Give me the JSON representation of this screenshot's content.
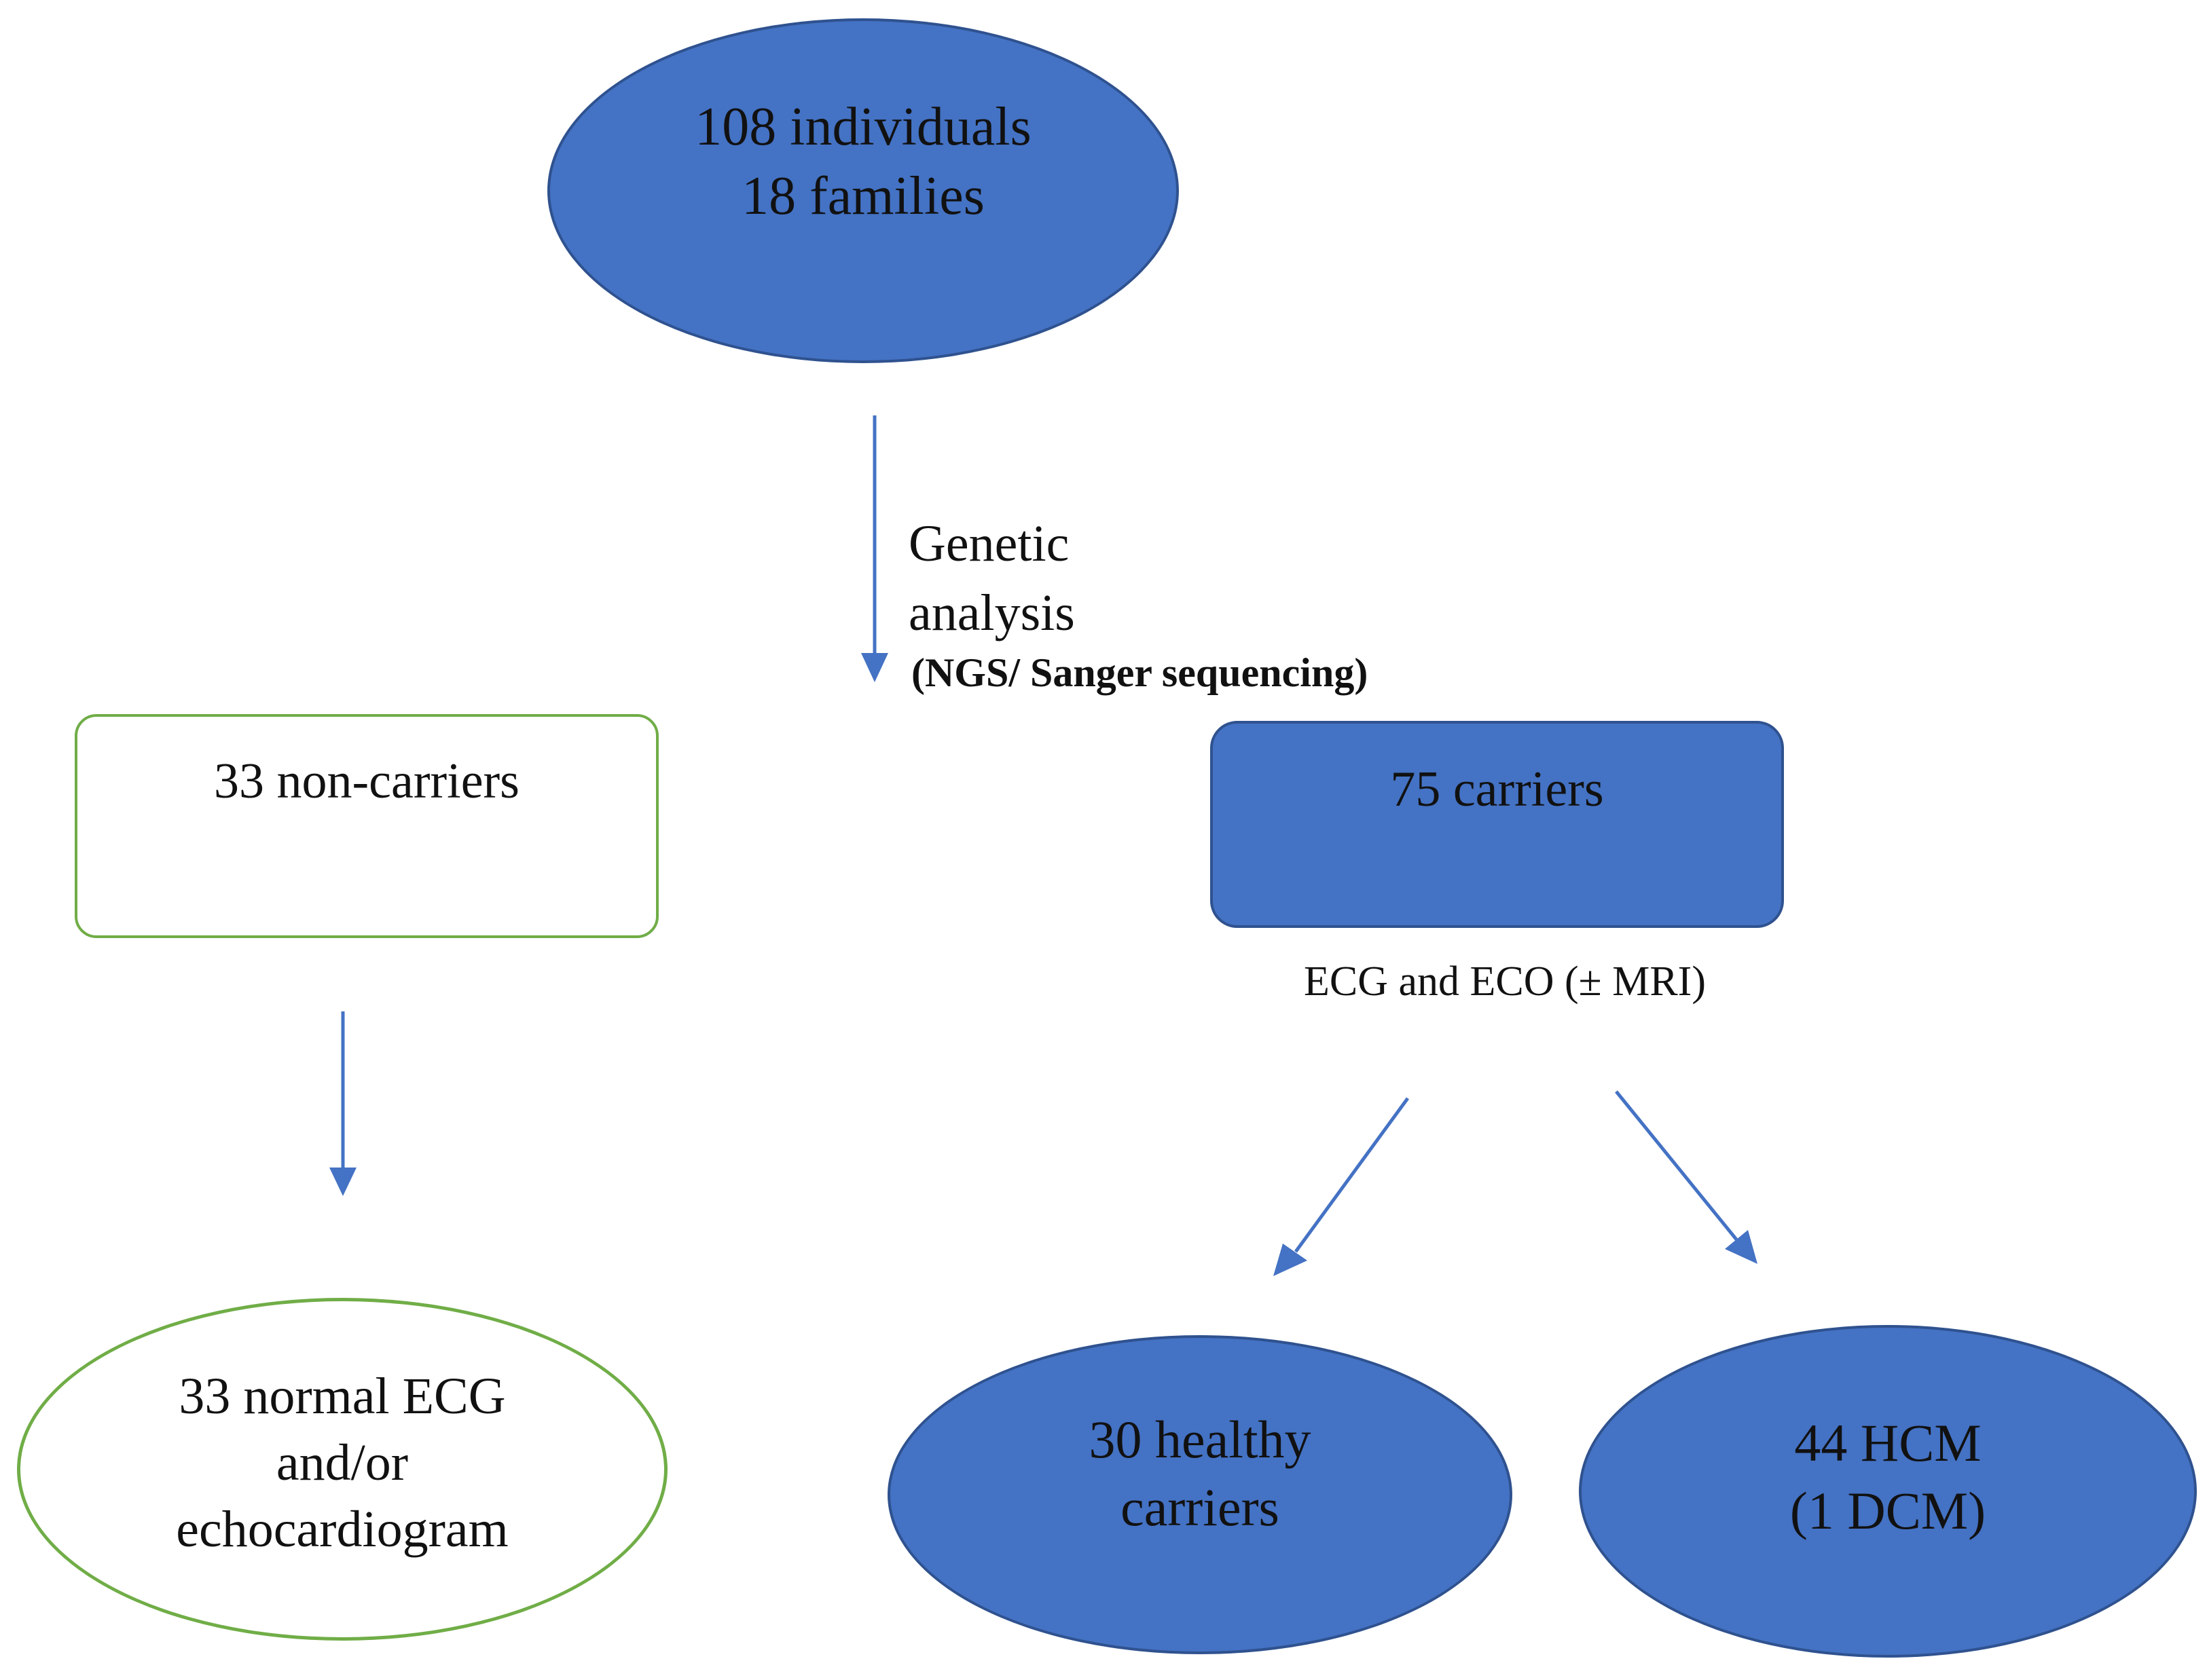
{
  "nodes": {
    "population": {
      "line1": "108 individuals",
      "line2": "18 families"
    },
    "non_carriers": {
      "text": "33 non-carriers"
    },
    "carriers": {
      "text": "75 carriers"
    },
    "normal": {
      "line1": "33 normal ECG",
      "line2": "and/or",
      "line3": "echocardiogram"
    },
    "healthy": {
      "line1": "30 healthy",
      "line2": "carriers"
    },
    "hcm": {
      "line1": "44 HCM",
      "line2": "(1 DCM)"
    }
  },
  "labels": {
    "genetic_line1": "Genetic",
    "genetic_line2": "analysis",
    "method": "(NGS/ Sanger sequencing)",
    "exams": "ECG and ECO (± MRI)"
  },
  "colors": {
    "filled_node": "#4472c4",
    "filled_border": "#2f528f",
    "outline_node": "#70ad47",
    "arrow": "#4472c4"
  }
}
